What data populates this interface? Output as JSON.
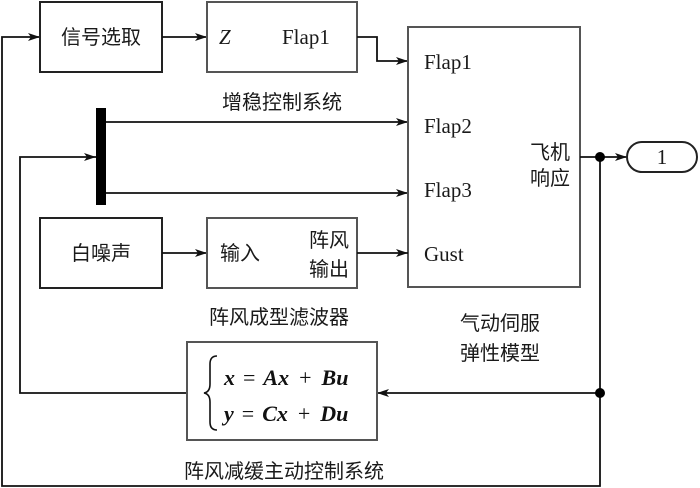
{
  "diagram": {
    "signal_select": {
      "label": "信号选取"
    },
    "sas_block": {
      "input_port": "Z",
      "output_port": "Flap1",
      "caption": "增稳控制系统"
    },
    "aircraft_block": {
      "input_ports": [
        "Flap1",
        "Flap2",
        "Flap3",
        "Gust"
      ],
      "output_label_line1": "飞机",
      "output_label_line2": "响应",
      "caption_line1": "气动伺服",
      "caption_line2": "弹性模型"
    },
    "output_terminal": {
      "label": "1"
    },
    "white_noise": {
      "label": "白噪声"
    },
    "gust_filter": {
      "input_port": "输入",
      "output_port_line1": "阵风",
      "output_port_line2": "输出",
      "caption": "阵风成型滤波器"
    },
    "state_space": {
      "eq1": {
        "lhs": "x",
        "eq": "=",
        "a": "Ax",
        "plus": "+",
        "b": "Bu"
      },
      "eq2": {
        "lhs": "y",
        "eq": "=",
        "a": "Cx",
        "plus": "+",
        "b": "Du"
      },
      "caption": "阵风减缓主动控制系统"
    }
  }
}
